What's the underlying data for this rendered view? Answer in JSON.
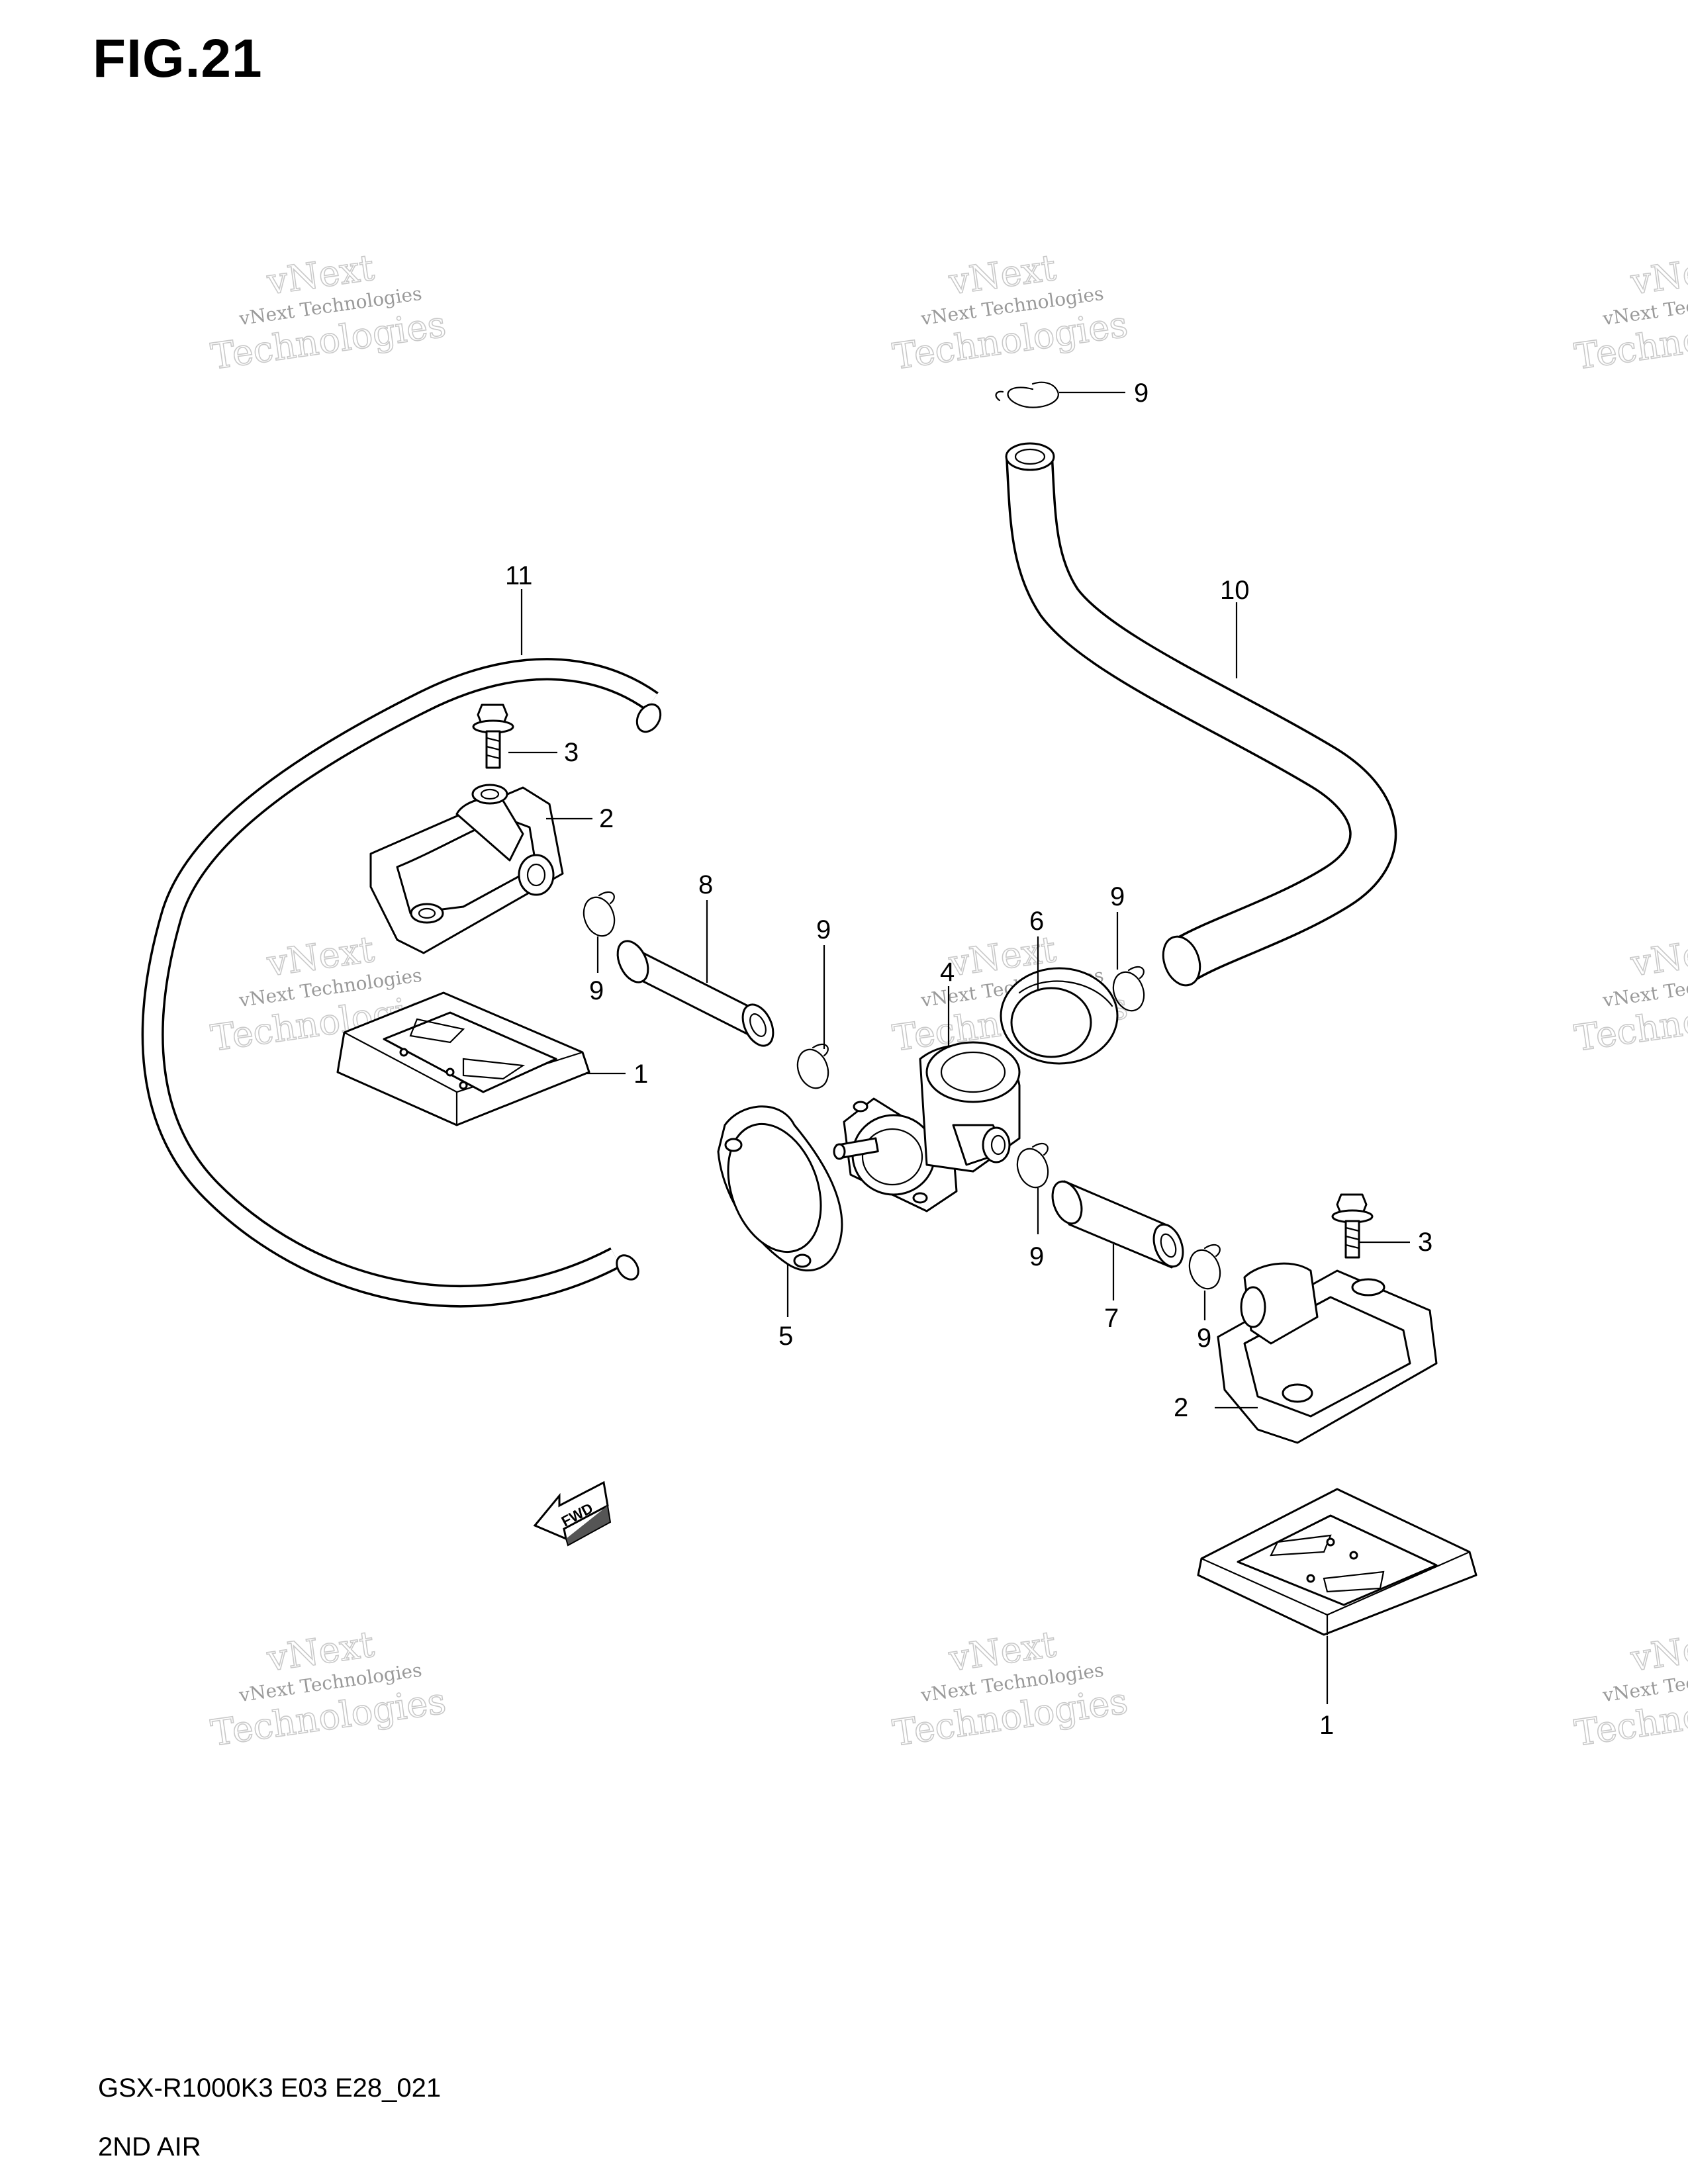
{
  "figure": {
    "title": "FIG.21",
    "model_code": "GSX-R1000K3 E03 E28_021",
    "section_name": "2ND AIR"
  },
  "watermark": {
    "line1": "vNext Technologies",
    "line2": "vNext",
    "line3": "Technologies"
  },
  "fwd_label": "FWD",
  "callouts": {
    "c1_left": "1",
    "c1_right": "1",
    "c2_left": "2",
    "c2_right": "2",
    "c3_left": "3",
    "c3_right": "3",
    "c4": "4",
    "c5": "5",
    "c6": "6",
    "c7": "7",
    "c8": "8",
    "c9_top": "9",
    "c9_a": "9",
    "c9_b": "9",
    "c9_c": "9",
    "c9_d": "9",
    "c9_e": "9",
    "c10": "10",
    "c11": "11"
  }
}
